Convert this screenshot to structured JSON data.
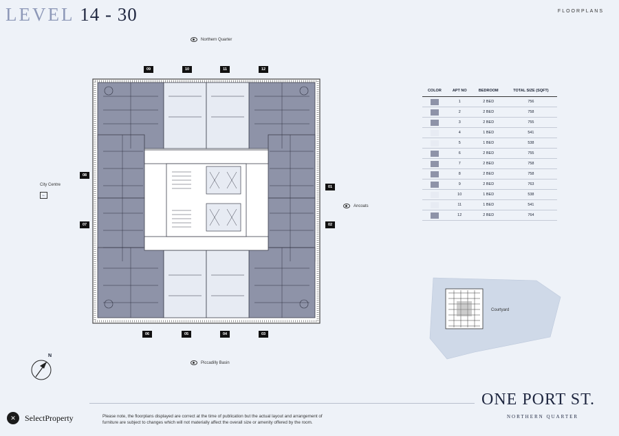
{
  "header": {
    "title_level": "LEVEL",
    "title_range": "14 - 30",
    "section": "FLOORPLANS"
  },
  "directions": {
    "north": "Northern Quarter",
    "south": "Piccadilly Basin",
    "west": "City Centre",
    "east": "Ancoats"
  },
  "apartment_tags": {
    "top": [
      "09",
      "10",
      "11",
      "12"
    ],
    "bottom": [
      "06",
      "05",
      "04",
      "03"
    ],
    "left": [
      "08",
      "07"
    ],
    "right": [
      "01",
      "02"
    ]
  },
  "legend": {
    "headers": [
      "COLOR",
      "APT NO",
      "BEDROOM",
      "TOTAL SIZE (SQFT)"
    ],
    "colors": {
      "two_bed": "#8e93a8",
      "one_bed": "#e7ebf3"
    },
    "rows": [
      {
        "apt": "1",
        "bedroom": "2 BED",
        "size": "756",
        "color": "#8e93a8"
      },
      {
        "apt": "2",
        "bedroom": "2 BED",
        "size": "758",
        "color": "#8e93a8"
      },
      {
        "apt": "3",
        "bedroom": "2 BED",
        "size": "755",
        "color": "#8e93a8"
      },
      {
        "apt": "4",
        "bedroom": "1 BED",
        "size": "541",
        "color": "#e7ebf3"
      },
      {
        "apt": "5",
        "bedroom": "1 BED",
        "size": "538",
        "color": "#e7ebf3"
      },
      {
        "apt": "6",
        "bedroom": "2 BED",
        "size": "755",
        "color": "#8e93a8"
      },
      {
        "apt": "7",
        "bedroom": "2 BED",
        "size": "758",
        "color": "#8e93a8"
      },
      {
        "apt": "8",
        "bedroom": "2 BED",
        "size": "758",
        "color": "#8e93a8"
      },
      {
        "apt": "9",
        "bedroom": "2 BED",
        "size": "763",
        "color": "#8e93a8"
      },
      {
        "apt": "10",
        "bedroom": "1 BED",
        "size": "538",
        "color": "#e7ebf3"
      },
      {
        "apt": "11",
        "bedroom": "1 BED",
        "size": "541",
        "color": "#e7ebf3"
      },
      {
        "apt": "12",
        "bedroom": "2 BED",
        "size": "764",
        "color": "#8e93a8"
      }
    ]
  },
  "site_map": {
    "label": "Courtyard"
  },
  "compass": {
    "letter": "N"
  },
  "footer": {
    "brand": "SelectProperty",
    "note": "Please note, the floorplans displayed are correct at the time of publication but the actual layout and arrangement of furniture are subject to changes which will not materially affect the overall size or amenity offered by the room.",
    "project_name": "ONE PORT ST.",
    "project_sub": "NORTHERN QUARTER"
  }
}
